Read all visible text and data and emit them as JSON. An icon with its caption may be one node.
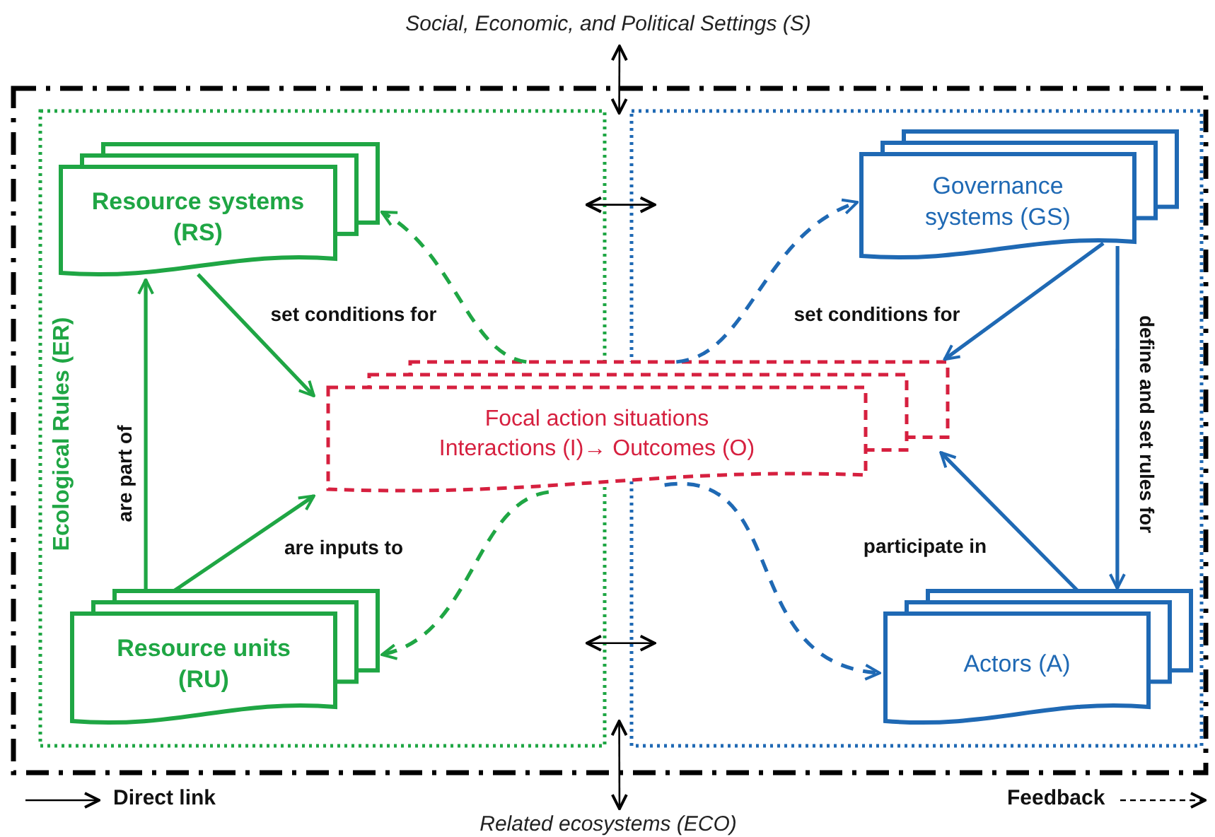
{
  "diagram": {
    "nodes": [
      {
        "text": [
          "Social, Economic, and Political Settings (S)"
        ]
      },
      {
        "text": [],
        "shape": "box"
      },
      {
        "text": [
          "Ecological Rules (ER)"
        ],
        "in": 1
      },
      {
        "text": [],
        "shape": "box",
        "in": 1
      },
      {
        "text": [
          "Resource systems (RS)"
        ],
        "in": 2
      },
      {
        "text": [
          "Resource units (RU)"
        ],
        "in": 2
      },
      {
        "text": [
          "Governance systems (GS)"
        ],
        "in": 3
      },
      {
        "text": [
          "Actors (A)"
        ],
        "in": 3
      },
      {
        "text": [
          "Focal action situations",
          "Interactions (I)→ Outcomes (O)"
        ],
        "in": 1
      },
      {
        "text": [
          "Related ecosystems (ECO)"
        ]
      }
    ],
    "edges": [
      {
        "from": 0,
        "to": 1,
        "arrow": "both",
        "color": "#000000"
      },
      {
        "from": 9,
        "to": 1,
        "arrow": "both",
        "color": "#000000"
      },
      {
        "from": 2,
        "to": 3,
        "arrow": "both",
        "color": "#000000"
      },
      {
        "from": 2,
        "to": 3,
        "arrow": "both",
        "color": "#000000"
      },
      {
        "from": 4,
        "to": 8,
        "arrow": "to",
        "label": "set conditions for",
        "color": "#1fa644"
      },
      {
        "from": 5,
        "to": 4,
        "arrow": "to",
        "label": "are part of",
        "color": "#1fa644"
      },
      {
        "from": 5,
        "to": 8,
        "arrow": "to",
        "label": "are inputs to",
        "color": "#1fa644"
      },
      {
        "from": 8,
        "to": 4,
        "arrow": "to",
        "style": "dashed",
        "color": "#1fa644"
      },
      {
        "from": 8,
        "to": 5,
        "arrow": "to",
        "style": "dashed",
        "color": "#1fa644"
      },
      {
        "from": 6,
        "to": 8,
        "arrow": "to",
        "label": "set conditions for",
        "color": "#1f69b4"
      },
      {
        "from": 8,
        "to": 6,
        "arrow": "to",
        "style": "dashed",
        "color": "#1f69b4"
      },
      {
        "from": 6,
        "to": 7,
        "arrow": "to",
        "label": "define and set rules for",
        "color": "#1f69b4"
      },
      {
        "from": 7,
        "to": 8,
        "arrow": "to",
        "label": "participate in",
        "color": "#1f69b4"
      },
      {
        "from": 8,
        "to": 7,
        "arrow": "to",
        "style": "dashed",
        "color": "#1f69b4"
      }
    ],
    "legend": [
      {
        "text": "Direct link"
      },
      {
        "text": "Feedback"
      }
    ]
  }
}
